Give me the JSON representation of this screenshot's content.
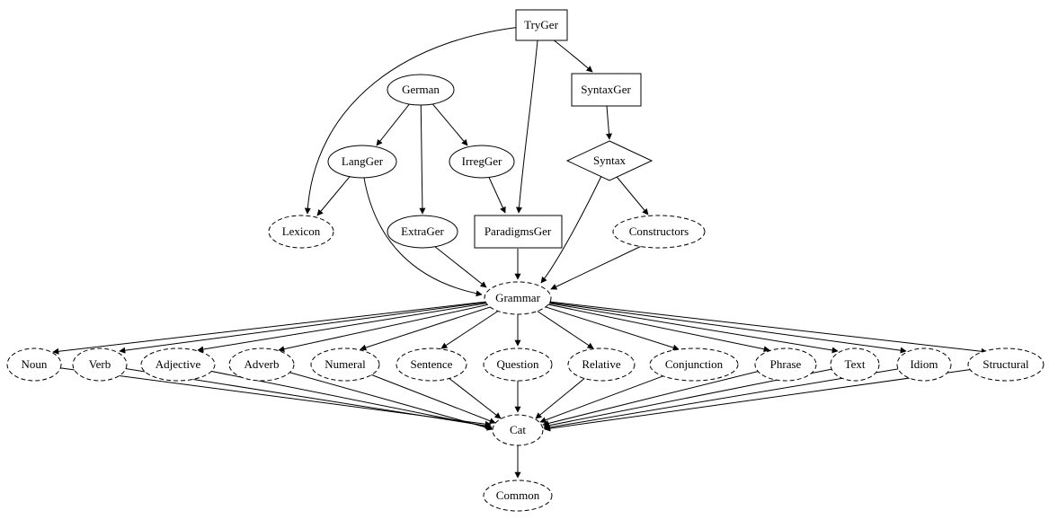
{
  "graph": {
    "type": "directed-dependency-graph",
    "background": "#ffffff",
    "node_color": "#000000",
    "edge_color": "#000000",
    "nodes": [
      {
        "id": "TryGer",
        "label": "TryGer",
        "shape": "box",
        "style": "solid"
      },
      {
        "id": "German",
        "label": "German",
        "shape": "ellipse",
        "style": "solid"
      },
      {
        "id": "SyntaxGer",
        "label": "SyntaxGer",
        "shape": "box",
        "style": "solid"
      },
      {
        "id": "LangGer",
        "label": "LangGer",
        "shape": "ellipse",
        "style": "solid"
      },
      {
        "id": "IrregGer",
        "label": "IrregGer",
        "shape": "ellipse",
        "style": "solid"
      },
      {
        "id": "Syntax",
        "label": "Syntax",
        "shape": "diamond",
        "style": "solid"
      },
      {
        "id": "Lexicon",
        "label": "Lexicon",
        "shape": "ellipse",
        "style": "dashed"
      },
      {
        "id": "ExtraGer",
        "label": "ExtraGer",
        "shape": "ellipse",
        "style": "solid"
      },
      {
        "id": "ParadigmsGer",
        "label": "ParadigmsGer",
        "shape": "box",
        "style": "solid"
      },
      {
        "id": "Constructors",
        "label": "Constructors",
        "shape": "ellipse",
        "style": "dashed"
      },
      {
        "id": "Grammar",
        "label": "Grammar",
        "shape": "ellipse",
        "style": "dashed"
      },
      {
        "id": "Noun",
        "label": "Noun",
        "shape": "ellipse",
        "style": "dashed"
      },
      {
        "id": "Verb",
        "label": "Verb",
        "shape": "ellipse",
        "style": "dashed"
      },
      {
        "id": "Adjective",
        "label": "Adjective",
        "shape": "ellipse",
        "style": "dashed"
      },
      {
        "id": "Adverb",
        "label": "Adverb",
        "shape": "ellipse",
        "style": "dashed"
      },
      {
        "id": "Numeral",
        "label": "Numeral",
        "shape": "ellipse",
        "style": "dashed"
      },
      {
        "id": "Sentence",
        "label": "Sentence",
        "shape": "ellipse",
        "style": "dashed"
      },
      {
        "id": "Question",
        "label": "Question",
        "shape": "ellipse",
        "style": "dashed"
      },
      {
        "id": "Relative",
        "label": "Relative",
        "shape": "ellipse",
        "style": "dashed"
      },
      {
        "id": "Conjunction",
        "label": "Conjunction",
        "shape": "ellipse",
        "style": "dashed"
      },
      {
        "id": "Phrase",
        "label": "Phrase",
        "shape": "ellipse",
        "style": "dashed"
      },
      {
        "id": "Text",
        "label": "Text",
        "shape": "ellipse",
        "style": "dashed"
      },
      {
        "id": "Idiom",
        "label": "Idiom",
        "shape": "ellipse",
        "style": "dashed"
      },
      {
        "id": "Structural",
        "label": "Structural",
        "shape": "ellipse",
        "style": "dashed"
      },
      {
        "id": "Cat",
        "label": "Cat",
        "shape": "ellipse",
        "style": "dashed"
      },
      {
        "id": "Common",
        "label": "Common",
        "shape": "ellipse",
        "style": "dashed"
      }
    ],
    "edges": [
      {
        "from": "TryGer",
        "to": "SyntaxGer"
      },
      {
        "from": "TryGer",
        "to": "ParadigmsGer"
      },
      {
        "from": "TryGer",
        "to": "Lexicon"
      },
      {
        "from": "German",
        "to": "LangGer"
      },
      {
        "from": "German",
        "to": "IrregGer"
      },
      {
        "from": "German",
        "to": "ExtraGer"
      },
      {
        "from": "LangGer",
        "to": "Lexicon"
      },
      {
        "from": "LangGer",
        "to": "Grammar"
      },
      {
        "from": "IrregGer",
        "to": "ParadigmsGer"
      },
      {
        "from": "SyntaxGer",
        "to": "Syntax"
      },
      {
        "from": "Syntax",
        "to": "Constructors"
      },
      {
        "from": "Syntax",
        "to": "Grammar"
      },
      {
        "from": "ExtraGer",
        "to": "Grammar"
      },
      {
        "from": "ParadigmsGer",
        "to": "Grammar"
      },
      {
        "from": "Constructors",
        "to": "Grammar"
      },
      {
        "from": "Grammar",
        "to": "Noun"
      },
      {
        "from": "Grammar",
        "to": "Verb"
      },
      {
        "from": "Grammar",
        "to": "Adjective"
      },
      {
        "from": "Grammar",
        "to": "Adverb"
      },
      {
        "from": "Grammar",
        "to": "Numeral"
      },
      {
        "from": "Grammar",
        "to": "Sentence"
      },
      {
        "from": "Grammar",
        "to": "Question"
      },
      {
        "from": "Grammar",
        "to": "Relative"
      },
      {
        "from": "Grammar",
        "to": "Conjunction"
      },
      {
        "from": "Grammar",
        "to": "Phrase"
      },
      {
        "from": "Grammar",
        "to": "Text"
      },
      {
        "from": "Grammar",
        "to": "Idiom"
      },
      {
        "from": "Grammar",
        "to": "Structural"
      },
      {
        "from": "Noun",
        "to": "Cat"
      },
      {
        "from": "Verb",
        "to": "Cat"
      },
      {
        "from": "Adjective",
        "to": "Cat"
      },
      {
        "from": "Adverb",
        "to": "Cat"
      },
      {
        "from": "Numeral",
        "to": "Cat"
      },
      {
        "from": "Sentence",
        "to": "Cat"
      },
      {
        "from": "Question",
        "to": "Cat"
      },
      {
        "from": "Relative",
        "to": "Cat"
      },
      {
        "from": "Conjunction",
        "to": "Cat"
      },
      {
        "from": "Phrase",
        "to": "Cat"
      },
      {
        "from": "Text",
        "to": "Cat"
      },
      {
        "from": "Idiom",
        "to": "Cat"
      },
      {
        "from": "Structural",
        "to": "Cat"
      },
      {
        "from": "Cat",
        "to": "Common"
      }
    ]
  }
}
